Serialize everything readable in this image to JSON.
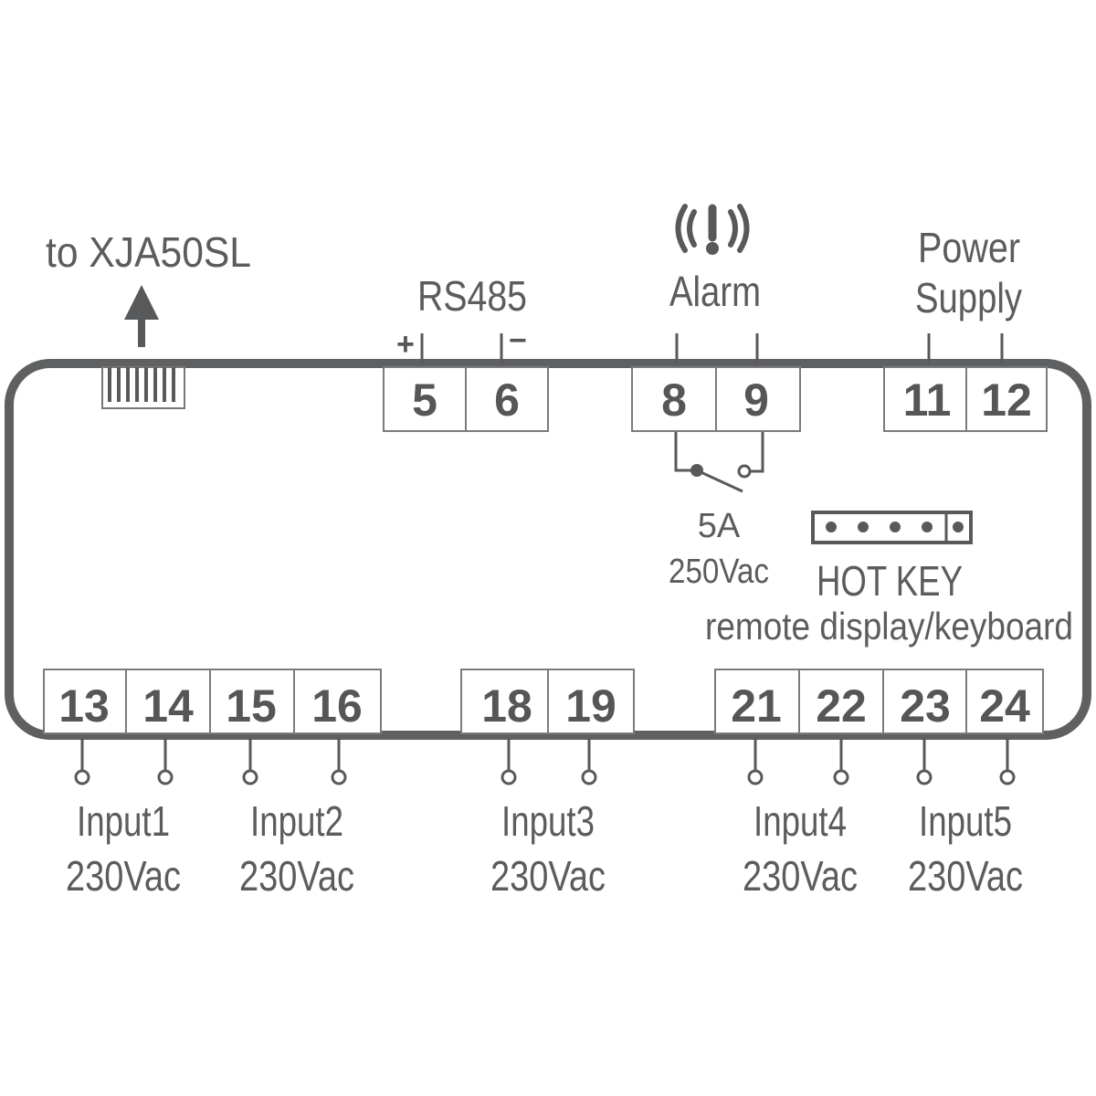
{
  "colors": {
    "stroke": "#5f6062",
    "text": "#5b5c5e"
  },
  "top_labels": {
    "xja": "to XJA50SL",
    "rs485": "RS485",
    "plus": "+",
    "minus": "−",
    "alarm": "Alarm",
    "power": "Power",
    "supply": "Supply",
    "relay_current": "5A",
    "relay_voltage": "250Vac",
    "hotkey": "HOT KEY",
    "remote": "remote display/keyboard"
  },
  "icons": {
    "arrow": "arrow-up-icon",
    "alarm": "alarm-icon",
    "connector": "connector-icon"
  },
  "top_terminals": [
    "5",
    "6",
    "8",
    "9",
    "11",
    "12"
  ],
  "bottom_terminals": [
    "13",
    "14",
    "15",
    "16",
    "18",
    "19",
    "21",
    "22",
    "23",
    "24"
  ],
  "inputs": [
    {
      "name": "Input1",
      "voltage": "230Vac"
    },
    {
      "name": "Input2",
      "voltage": "230Vac"
    },
    {
      "name": "Input3",
      "voltage": "230Vac"
    },
    {
      "name": "Input4",
      "voltage": "230Vac"
    },
    {
      "name": "Input5",
      "voltage": "230Vac"
    }
  ]
}
